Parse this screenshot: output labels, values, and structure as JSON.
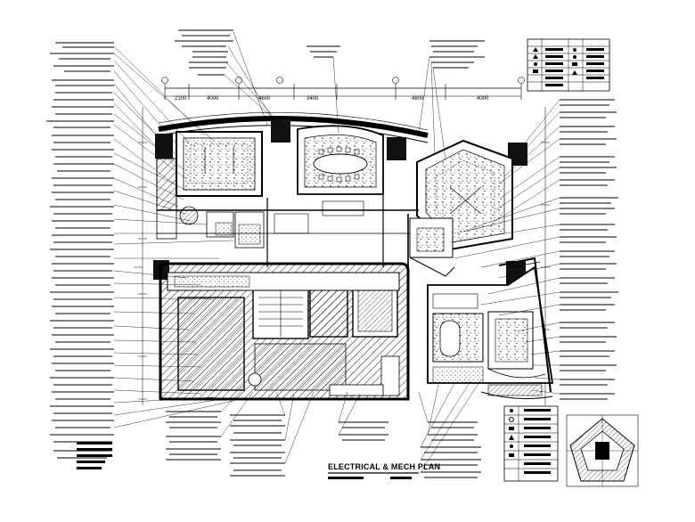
{
  "drawing": {
    "title": "ELECTRICAL & MECH PLAN",
    "dimensions": [
      "2100",
      "4000",
      "4600",
      "3400",
      "4800",
      "4000"
    ]
  },
  "colors": {
    "ink": "#000000",
    "paper": "#ffffff",
    "hatch_dark": "#222222",
    "fill_grey": "#cfcfcf"
  }
}
